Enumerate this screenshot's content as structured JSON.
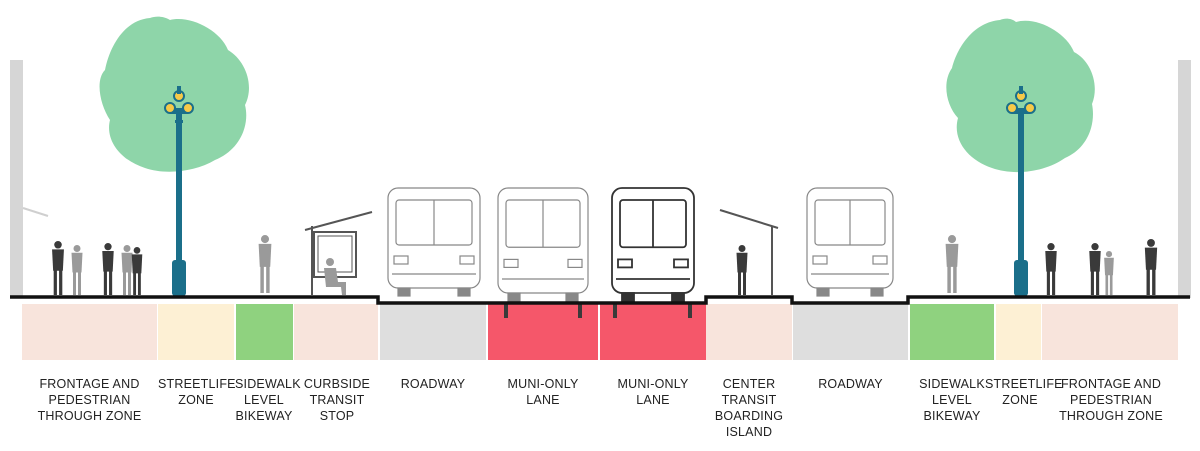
{
  "zones": [
    {
      "id": "frontage-left",
      "label": "FRONTAGE AND\nPEDESTRIAN\nTHROUGH ZONE",
      "color": "#f8e4dc"
    },
    {
      "id": "streetlife-left",
      "label": "STREETLIFE\nZONE",
      "color": "#fdf0d4"
    },
    {
      "id": "bikeway-left",
      "label": "SIDEWALK\nLEVEL\nBIKEWAY",
      "color": "#8fd27f"
    },
    {
      "id": "curbside-stop",
      "label": "CURBSIDE\nTRANSIT\nSTOP",
      "color": "#f8e4dc"
    },
    {
      "id": "roadway-left",
      "label": "ROADWAY",
      "color": "#dedede"
    },
    {
      "id": "muni-lane-1",
      "label": "MUNI-ONLY\nLANE",
      "color": "#f5576a"
    },
    {
      "id": "muni-lane-2",
      "label": "MUNI-ONLY\nLANE",
      "color": "#f5576a"
    },
    {
      "id": "center-island",
      "label": "CENTER\nTRANSIT\nBOARDING\nISLAND",
      "color": "#f8e4dc"
    },
    {
      "id": "roadway-right",
      "label": "ROADWAY",
      "color": "#dedede"
    },
    {
      "id": "bikeway-right",
      "label": "SIDEWALK\nLEVEL\nBIKEWAY",
      "color": "#8fd27f"
    },
    {
      "id": "streetlife-right",
      "label": "STREETLIFE\nZONE",
      "color": "#fdf0d4"
    },
    {
      "id": "frontage-right",
      "label": "FRONTAGE AND\nPEDESTRIAN\nTHROUGH ZONE",
      "color": "#f8e4dc"
    }
  ],
  "colors": {
    "tree": "#8ed5a9",
    "lamp": "#1b6f8a",
    "lamp_light": "#f7c948",
    "pedestrian": "#3a3a3a",
    "pedestrian_light": "#9a9a9a",
    "ground_line": "#111111",
    "building": "#d6d6d6",
    "muni_rail": "#3a3a3a"
  },
  "icons": {
    "tree": "tree-icon",
    "street_lamp": "street-lamp-icon",
    "pedestrian": "pedestrian-icon",
    "bus": "bus-icon",
    "shelter": "transit-shelter-icon"
  }
}
